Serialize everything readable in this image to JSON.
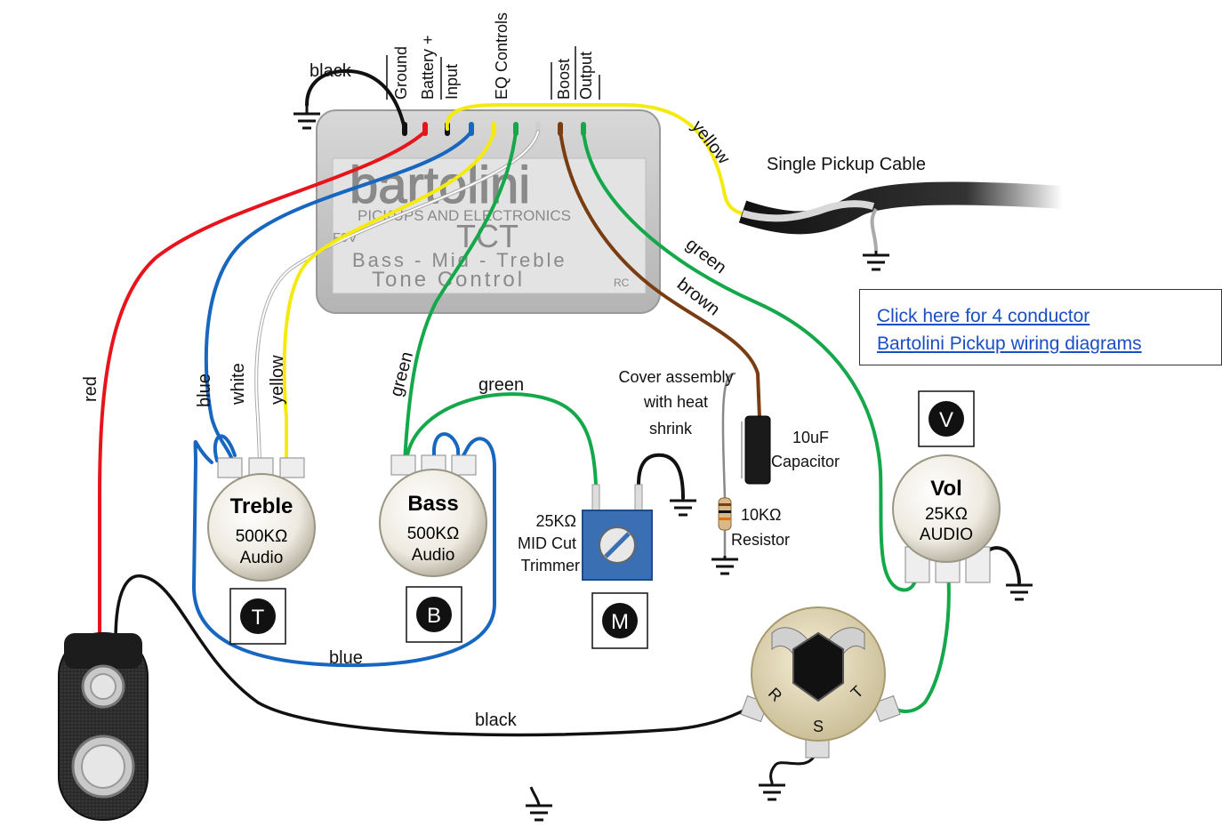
{
  "module": {
    "brand": "bartolini",
    "tagline": "PICKUPS AND ELECTRONICS",
    "model": "TCT",
    "voltage": "F9V",
    "line1": "Bass - Mid - Treble",
    "line2": "Tone Control",
    "corner": "RC"
  },
  "terminal_labels": {
    "ground": "Ground",
    "battery": "Battery +",
    "input": "Input",
    "eq": "EQ Controls",
    "boost": "Boost",
    "output": "Output"
  },
  "wire_labels": {
    "black_top": "black",
    "yellow_top": "yellow",
    "green_right": "green",
    "brown": "brown",
    "red": "red",
    "blue_left": "blue",
    "white": "white",
    "yellow_left": "yellow",
    "green_left": "green",
    "green_mid": "green",
    "blue_bottom": "blue",
    "black_bottom": "black"
  },
  "cable_label": "Single Pickup Cable",
  "pots": {
    "treble": {
      "title": "Treble",
      "value": "500KΩ",
      "taper": "Audio",
      "badge": "T"
    },
    "bass": {
      "title": "Bass",
      "value": "500KΩ",
      "taper": "Audio",
      "badge": "B"
    },
    "vol": {
      "title": "Vol",
      "value": "25KΩ",
      "taper": "AUDIO",
      "badge": "V"
    }
  },
  "trimmer": {
    "line1": "25KΩ",
    "line2": "MID Cut",
    "line3": "Trimmer",
    "badge": "M"
  },
  "cover": {
    "line1": "Cover assembly",
    "line2": "with heat",
    "line3": "shrink"
  },
  "capacitor": {
    "line1": "10uF",
    "line2": "Capacitor"
  },
  "resistor": {
    "line1": "10KΩ",
    "line2": "Resistor"
  },
  "jack": {
    "r": "R",
    "s": "S",
    "t": "T"
  },
  "link": {
    "line1": "Click here for 4 conductor",
    "line2": "Bartolini Pickup wiring diagrams"
  },
  "colors": {
    "red": "#e8141b",
    "blue": "#1766c0",
    "yellow": "#f5ea10",
    "green": "#14a84a",
    "brown": "#7a3d12",
    "white": "#cfcfcf",
    "black": "#111111",
    "module": "#c8c8c8"
  }
}
